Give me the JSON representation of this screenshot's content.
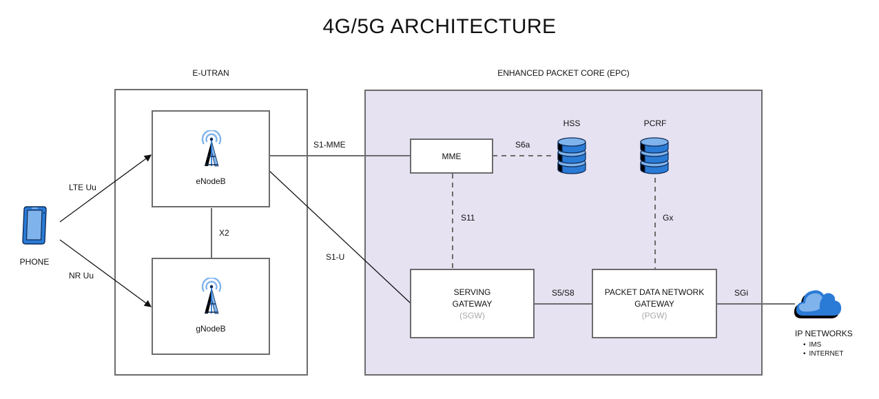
{
  "title": "4G/5G ARCHITECTURE",
  "regions": {
    "eutran": {
      "label": "E-UTRAN"
    },
    "epc": {
      "label": "ENHANCED PACKET CORE (EPC)",
      "fill": "#e6e2f2"
    }
  },
  "nodes": {
    "phone": {
      "label": "PHONE",
      "icon": "phone-icon"
    },
    "enodeb": {
      "label": "eNodeB",
      "icon": "cell-tower-icon"
    },
    "gnodeb": {
      "label": "gNodeB",
      "icon": "cell-tower-icon"
    },
    "mme": {
      "label": "MME"
    },
    "hss": {
      "label": "HSS",
      "icon": "database-icon"
    },
    "pcrf": {
      "label": "PCRF",
      "icon": "database-icon"
    },
    "sgw": {
      "line1": "SERVING",
      "line2": "GATEWAY",
      "abbr": "(SGW)"
    },
    "pgw": {
      "line1": "PACKET DATA NETWORK",
      "line2": "GATEWAY",
      "abbr": "(PGW)"
    },
    "ip_networks": {
      "label": "IP NETWORKS",
      "icon": "cloud-icon",
      "items": [
        "IMS",
        "INTERNET"
      ]
    }
  },
  "links": {
    "lte_uu": "LTE Uu",
    "nr_uu": "NR Uu",
    "x2": "X2",
    "s1_mme": "S1-MME",
    "s1_u": "S1-U",
    "s6a": "S6a",
    "s11": "S11",
    "gx": "Gx",
    "s5_s8": "S5/S8",
    "sgi": "SGi"
  },
  "colors": {
    "icon_blue": "#2a7bd6",
    "icon_light_blue": "#7fb3ec",
    "line": "#6b6b6b"
  }
}
